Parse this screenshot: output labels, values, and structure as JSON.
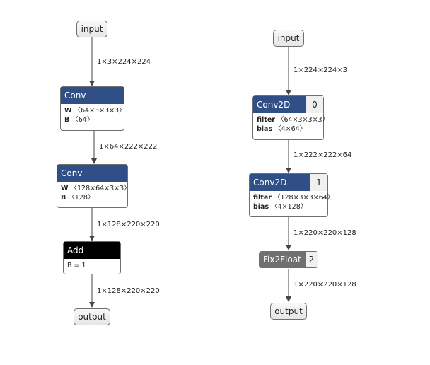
{
  "left": {
    "input": "input",
    "e1": "1×3×224×224",
    "conv1": {
      "title": "Conv",
      "w_key": "W",
      "w_val": "〈64×3×3×3〉",
      "b_key": "B",
      "b_val": "〈64〉"
    },
    "e2": "1×64×222×222",
    "conv2": {
      "title": "Conv",
      "w_key": "W",
      "w_val": "〈128×64×3×3〉",
      "b_key": "B",
      "b_val": "〈128〉"
    },
    "e3": "1×128×220×220",
    "add": {
      "title": "Add",
      "attr": "B = 1"
    },
    "e4": "1×128×220×220",
    "output": "output"
  },
  "right": {
    "input": "input",
    "e1": "1×224×224×3",
    "conv1": {
      "title": "Conv2D",
      "index": "0",
      "f_key": "filter",
      "f_val": "〈64×3×3×3〉",
      "b_key": "bias",
      "b_val": "〈4×64〉"
    },
    "e2": "1×222×222×64",
    "conv2": {
      "title": "Conv2D",
      "index": "1",
      "f_key": "filter",
      "f_val": "〈128×3×3×64〉",
      "b_key": "bias",
      "b_val": "〈4×128〉"
    },
    "e3": "1×220×220×128",
    "fix": {
      "title": "Fix2Float",
      "index": "2"
    },
    "e4": "1×220×220×128",
    "output": "output"
  },
  "colors": {
    "header_blue": "#2f4f86",
    "header_black": "#000000",
    "header_gray": "#707070",
    "edge": "#444444"
  }
}
